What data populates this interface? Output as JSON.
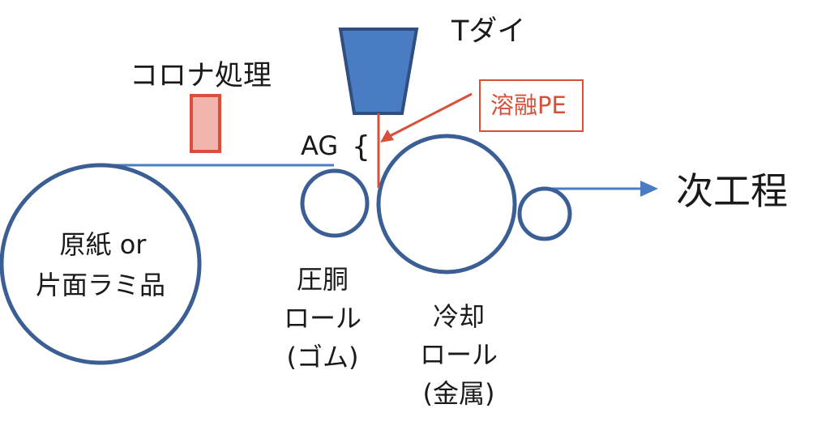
{
  "labels": {
    "t_die": "Tダイ",
    "corona": "コロナ処理",
    "molten_pe": "溶融PE",
    "air_gap": "AG",
    "air_gap_brace": "{",
    "next_process": "次工程",
    "base_paper_line1": "原紙 or",
    "base_paper_line2": "片面ラミ品",
    "press_roll_line1": "圧胴",
    "press_roll_line2": "ロール",
    "press_roll_line3": "(ゴム)",
    "cooling_roll_line1": "冷却",
    "cooling_roll_line2": "ロール",
    "cooling_roll_line3": "(金属)"
  },
  "colors": {
    "roll_stroke": "#3b5f95",
    "web_line": "#4a7cc4",
    "die_fill": "#4a7cc4",
    "die_stroke": "#2f4f80",
    "pe_red": "#d9503a",
    "corona_fill": "#f2b5ad"
  }
}
